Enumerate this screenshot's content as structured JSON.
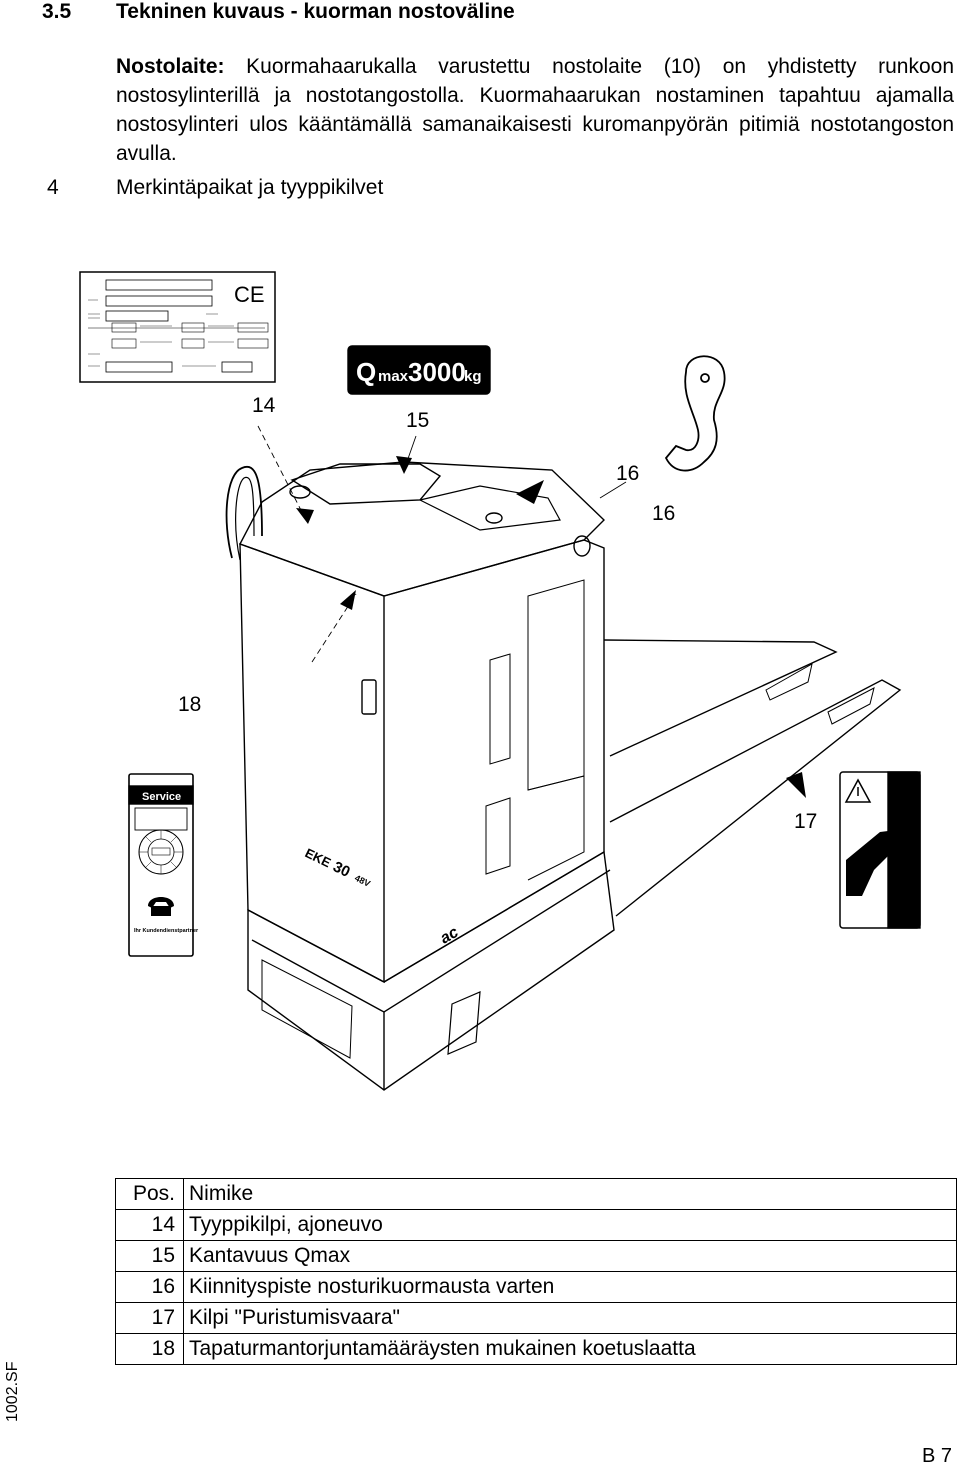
{
  "section": {
    "number": "3.5",
    "title": "Tekninen kuvaus - kuorman nostoväline"
  },
  "paragraph": {
    "lead": "Nostolaite:",
    "body": " Kuormahaarukalla varustettu nostolaite (10) on yhdistetty runkoon nostosylinterillä ja nostotangostolla. Kuormahaarukan nostaminen tapahtuu ajamalla nostosylinteri ulos kääntämällä samanaikaisesti kuromanpyörän pitimiä nostotangoston avulla."
  },
  "section4": {
    "number": "4",
    "title": "Merkintäpaikat ja tyyppikilvet"
  },
  "figure": {
    "qmax_q": "Q",
    "qmax_max": "max",
    "qmax_value": "3000",
    "qmax_unit": "kg",
    "service_label": "Service",
    "service_partner": "Ihr Kundendienstpartner",
    "truck_model": "EKE",
    "truck_model_num": "30",
    "truck_voltage": "48V",
    "truck_logo": "ac",
    "ce_mark": "CE",
    "callouts": {
      "c14": "14",
      "c15": "15",
      "c16a": "16",
      "c16b": "16",
      "c17": "17",
      "c18": "18"
    }
  },
  "legend": {
    "headers": [
      "Pos.",
      "Nimike"
    ],
    "rows": [
      {
        "pos": "14",
        "name": "Tyyppikilpi, ajoneuvo"
      },
      {
        "pos": "15",
        "name": "Kantavuus Qmax"
      },
      {
        "pos": "16",
        "name": "Kiinnityspiste nosturikuormausta varten"
      },
      {
        "pos": "17",
        "name": "Kilpi \"Puristumisvaara\""
      },
      {
        "pos": "18",
        "name": "Tapaturmantorjuntamääräysten mukainen koetuslaatta"
      }
    ]
  },
  "footer": {
    "side_code": "1002.SF",
    "page": "B 7"
  }
}
